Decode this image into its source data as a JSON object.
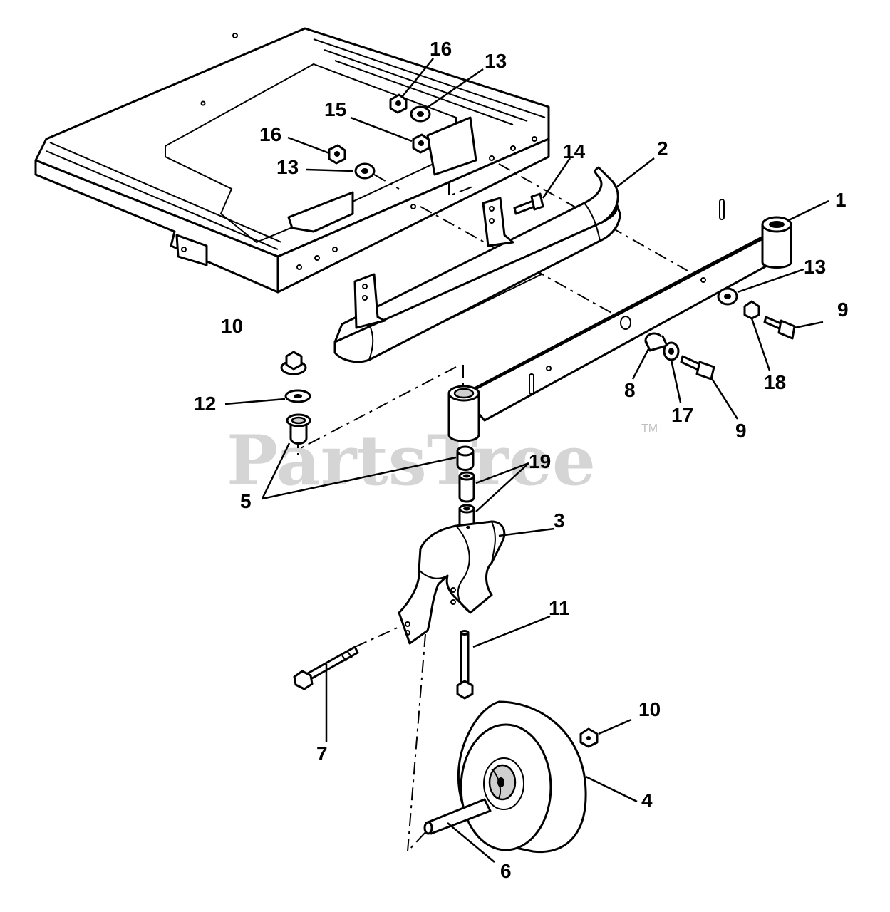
{
  "watermark": {
    "text": "PartsTree",
    "tm": "TM"
  },
  "callouts": {
    "c1": "1",
    "c2": "2",
    "c3": "3",
    "c4": "4",
    "c5": "5",
    "c6": "6",
    "c7": "7",
    "c8": "8",
    "c9a": "9",
    "c9b": "9",
    "c10a": "10",
    "c10b": "10",
    "c11": "11",
    "c12": "12",
    "c13a": "13",
    "c13b": "13",
    "c13c": "13",
    "c14": "14",
    "c15": "15",
    "c16a": "16",
    "c16b": "16",
    "c17": "17",
    "c18": "18",
    "c19": "19"
  }
}
